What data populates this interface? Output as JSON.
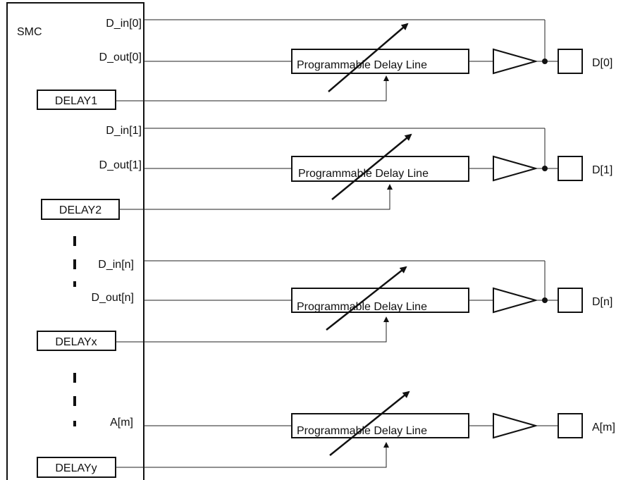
{
  "smc": {
    "label": "SMC"
  },
  "channels": [
    {
      "in_label": "D_in[0]",
      "out_label": "D_out[0]",
      "delay_label": "DELAY1",
      "pin_label": "D[0]",
      "delay_line_label": "Programmable Delay Line"
    },
    {
      "in_label": "D_in[1]",
      "out_label": "D_out[1]",
      "delay_label": "DELAY2",
      "pin_label": "D[1]",
      "delay_line_label": "Programmable Delay Line"
    },
    {
      "in_label": "D_in[n]",
      "out_label": "D_out[n]",
      "delay_label": "DELAYx",
      "pin_label": "D[n]",
      "delay_line_label": "Programmable Delay Line"
    },
    {
      "in_label": "",
      "out_label": "A[m]",
      "delay_label": "DELAYy",
      "pin_label": "A[m]",
      "delay_line_label": "Programmable Delay Line"
    }
  ]
}
